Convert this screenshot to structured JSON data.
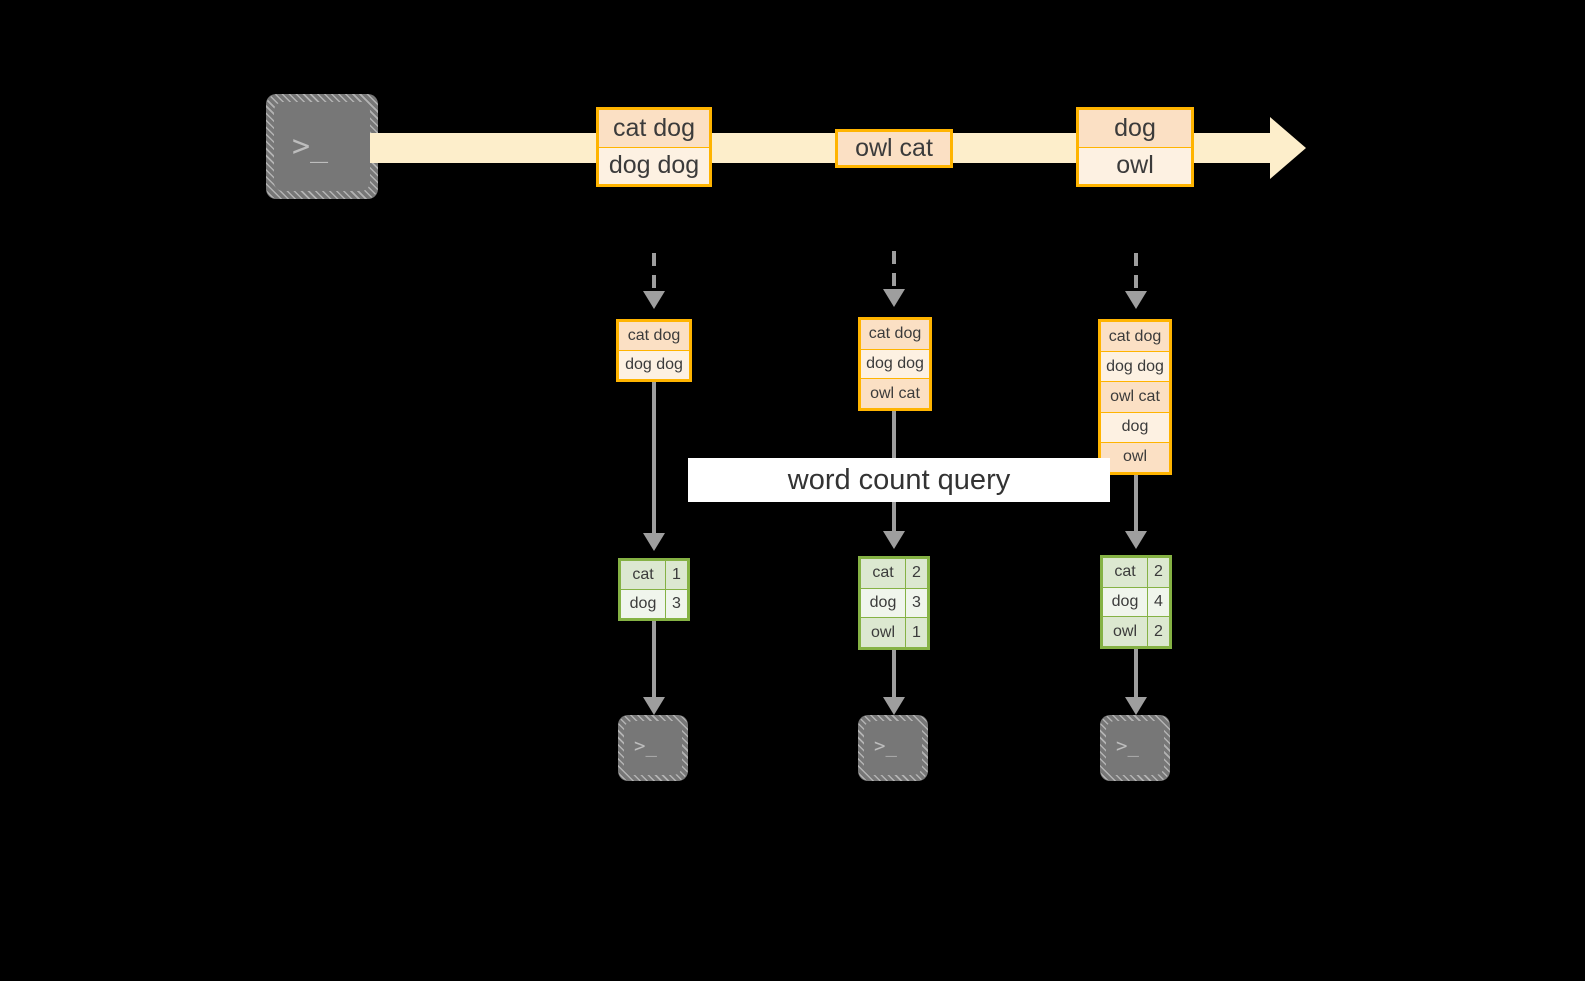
{
  "diagram": {
    "title_label": "word count query",
    "colors": {
      "background": "#000000",
      "stream_fill": "#fdeecb",
      "event_border": "#ffb400",
      "event_fill_light": "#fdf1e2",
      "event_fill_dark": "#fbe0c4",
      "result_border": "#85b244",
      "result_fill_light": "#f0f5ec",
      "result_fill_dark": "#dce8d0",
      "arrow_gray": "#9e9e9e",
      "terminal_fill": "#777777",
      "label_fill": "#ffffff"
    },
    "source_terminal": {
      "icon": "terminal-icon",
      "prompt": ">_"
    },
    "stream": {
      "arrow_icon": "stream-arrow-icon",
      "events": [
        {
          "lines": [
            {
              "text": "cat dog",
              "shade": "dark"
            },
            {
              "text": "dog dog",
              "shade": "light"
            }
          ]
        },
        {
          "lines": [
            {
              "text": "owl cat",
              "shade": "dark"
            }
          ]
        },
        {
          "lines": [
            {
              "text": "dog",
              "shade": "dark"
            },
            {
              "text": "owl",
              "shade": "light"
            }
          ]
        }
      ]
    },
    "columns": [
      {
        "name": "snapshot-1",
        "inbound_arrow": "dashed-down-arrow-icon",
        "events": [
          {
            "text": "cat dog",
            "shade": "dark"
          },
          {
            "text": "dog dog",
            "shade": "light"
          }
        ],
        "result": {
          "rows": [
            {
              "word": "cat",
              "count": "1",
              "shade": "dark"
            },
            {
              "word": "dog",
              "count": "3",
              "shade": "light"
            }
          ]
        },
        "sink_terminal": {
          "icon": "terminal-icon",
          "prompt": ">_"
        }
      },
      {
        "name": "snapshot-2",
        "inbound_arrow": "dashed-down-arrow-icon",
        "events": [
          {
            "text": "cat dog",
            "shade": "dark"
          },
          {
            "text": "dog dog",
            "shade": "light"
          },
          {
            "text": "owl cat",
            "shade": "dark"
          }
        ],
        "result": {
          "rows": [
            {
              "word": "cat",
              "count": "2",
              "shade": "dark"
            },
            {
              "word": "dog",
              "count": "3",
              "shade": "light"
            },
            {
              "word": "owl",
              "count": "1",
              "shade": "dark"
            }
          ]
        },
        "sink_terminal": {
          "icon": "terminal-icon",
          "prompt": ">_"
        }
      },
      {
        "name": "snapshot-3",
        "inbound_arrow": "dashed-down-arrow-icon",
        "events": [
          {
            "text": "cat dog",
            "shade": "dark"
          },
          {
            "text": "dog dog",
            "shade": "light"
          },
          {
            "text": "owl cat",
            "shade": "dark"
          },
          {
            "text": "dog",
            "shade": "light"
          },
          {
            "text": "owl",
            "shade": "dark"
          }
        ],
        "result": {
          "rows": [
            {
              "word": "cat",
              "count": "2",
              "shade": "dark"
            },
            {
              "word": "dog",
              "count": "4",
              "shade": "light"
            },
            {
              "word": "owl",
              "count": "2",
              "shade": "dark"
            }
          ]
        },
        "sink_terminal": {
          "icon": "terminal-icon",
          "prompt": ">_"
        }
      }
    ]
  }
}
